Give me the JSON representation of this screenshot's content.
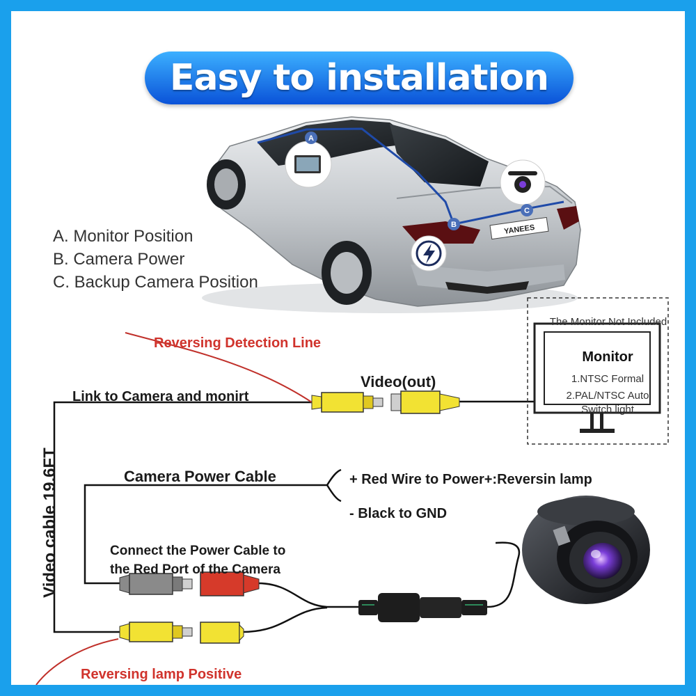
{
  "title": "Easy to installation",
  "legend": {
    "a": "A. Monitor Position",
    "b": "B. Camera Power",
    "c": "C. Backup Camera Position"
  },
  "car": {
    "marker_a": "A",
    "marker_b": "B",
    "marker_c": "C",
    "plate": "YANEES",
    "power_icon": "lightning-bolt-icon"
  },
  "wiring": {
    "reversing_detection_line": "Reversing Detection Line",
    "link_label": "Link to Camera and monirt",
    "video_out": "Video(out)",
    "power_cable": "Camera Power Cable",
    "red_wire": "+ Red Wire to Power+:Reversin lamp",
    "black_wire": "- Black to GND",
    "connect_line1": "Connect the Power Cable to",
    "connect_line2": "the Red Port of the Camera",
    "vertical_cable": "Video cable 19.6FT",
    "reversing_lamp": "Reversing lamp Positive"
  },
  "monitor": {
    "note": "The Monitor Not Included",
    "title": "Monitor",
    "line1": "1.NTSC Formal",
    "line2": "2.PAL/NTSC Auto",
    "line3": "Switch light"
  },
  "colors": {
    "frame": "#1aa0ec",
    "banner_top": "#3cb0ff",
    "banner_bottom": "#0a52d8",
    "red_label": "#d0332c",
    "rca_yellow": "#f2e233",
    "rca_red": "#d63a2a",
    "rca_grey": "#8a8a8a"
  }
}
